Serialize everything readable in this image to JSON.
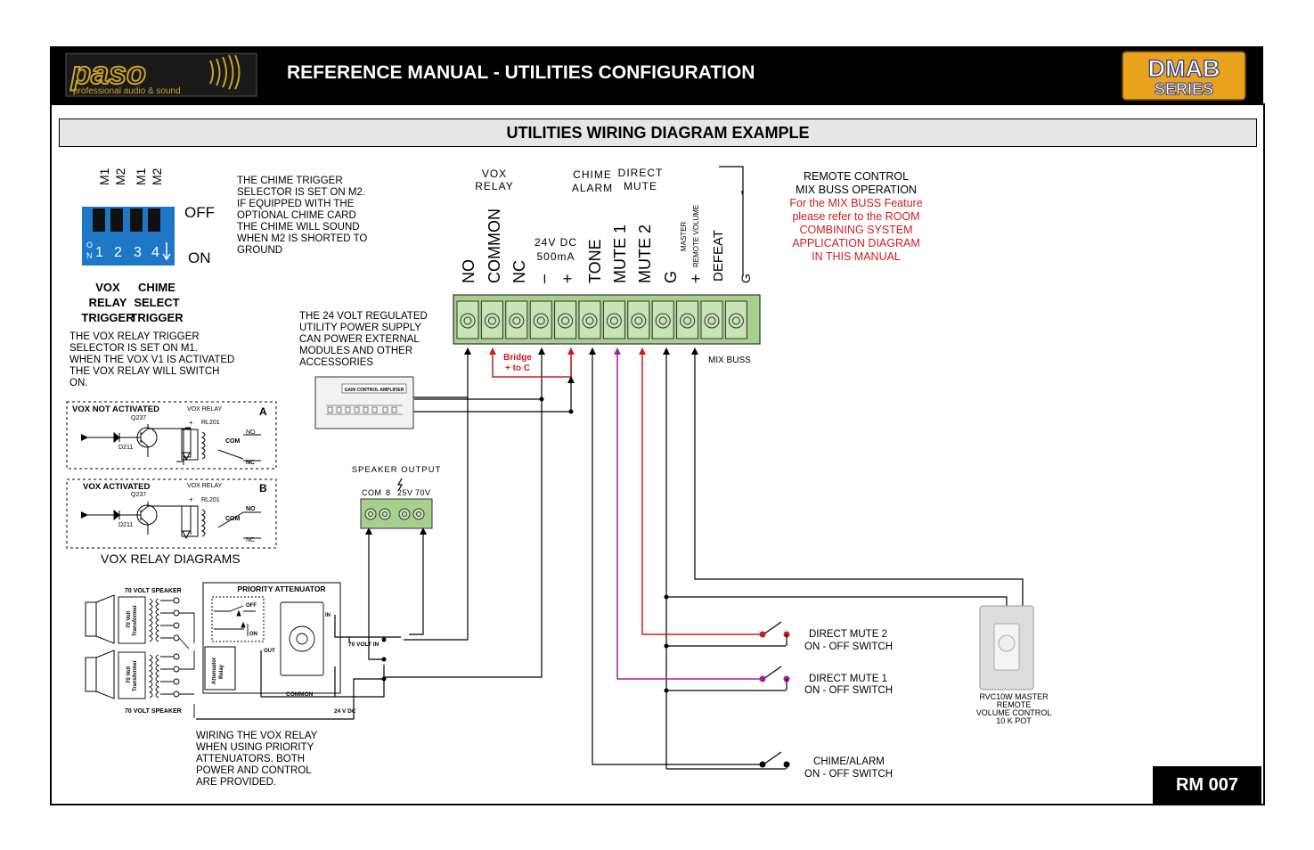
{
  "header": {
    "title": "REFERENCE MANUAL - UTILITIES CONFIGURATION",
    "logo_word": "paso",
    "logo_tagline": "professional audio & sound",
    "series_badge_top": "DMAB",
    "series_badge_bottom": "SERIES"
  },
  "section_title": "UTILITIES WIRING DIAGRAM EXAMPLE",
  "page_code": "RM 007",
  "colors": {
    "wire_red": "#d01c1c",
    "wire_purple": "#a0209a",
    "terminal_green": "#a8d08d",
    "header_bg": "#000000"
  },
  "dip_switch": {
    "top_labels": [
      "M1",
      "M2",
      "M1",
      "M2"
    ],
    "numbers": [
      "1",
      "2",
      "3",
      "4"
    ],
    "on_mark_top": "O",
    "on_mark_bottom": "N",
    "state_off": "OFF",
    "state_on": "ON",
    "vox_label": [
      "VOX",
      "RELAY",
      "TRIGGER"
    ],
    "chime_label": [
      "CHIME",
      "SELECT",
      "TRIGGER"
    ]
  },
  "notes": {
    "chime_trigger": [
      "THE CHIME TRIGGER",
      "SELECTOR IS SET ON M2.",
      "IF EQUIPPED WITH THE",
      "OPTIONAL CHIME CARD",
      "THE CHIME WILL SOUND",
      "WHEN M2 IS SHORTED TO",
      "GROUND"
    ],
    "vox_trigger": [
      "THE VOX RELAY TRIGGER",
      "SELECTOR IS SET ON M1.",
      "WHEN THE VOX V1 IS ACTIVATED",
      "THE VOX RELAY WILL SWITCH",
      "ON."
    ],
    "power_supply": [
      "THE 24 VOLT REGULATED",
      "UTILITY POWER SUPPLY",
      "CAN POWER EXTERNAL",
      "MODULES AND OTHER",
      "ACCESSORIES"
    ],
    "priority_wiring": [
      "WIRING THE VOX RELAY",
      "WHEN USING PRIORITY",
      "ATTENUATORS. BOTH",
      "POWER AND CONTROL",
      "ARE PROVIDED."
    ],
    "remote_control_black": [
      "REMOTE CONTROL",
      "MIX BUSS OPERATION"
    ],
    "remote_control_red": [
      "For the MIX BUSS Feature",
      "please refer to the ROOM",
      "COMBINING SYSTEM",
      "APPLICATION DIAGRAM",
      "IN THIS MANUAL"
    ]
  },
  "relay_panels": {
    "panel_a": {
      "title": "VOX NOT ACTIVATED",
      "letter": "A",
      "relay_label": "VOX RELAY",
      "transistor": "Q237",
      "diode": "D211",
      "relay_id": "RL201",
      "plus": "+",
      "no": "NO",
      "com": "COM",
      "nc": "NC"
    },
    "panel_b": {
      "title": "VOX ACTIVATED",
      "letter": "B",
      "relay_label": "VOX RELAY",
      "transistor": "Q237",
      "diode": "D211",
      "relay_id": "RL201",
      "plus": "+",
      "no": "NO",
      "com": "COM",
      "nc": "NC"
    },
    "caption": "VOX RELAY DIAGRAMS"
  },
  "terminal_block": {
    "group_vox": [
      "VOX",
      "RELAY"
    ],
    "group_chime": [
      "CHIME",
      "ALARM"
    ],
    "group_direct": [
      "DIRECT",
      "MUTE"
    ],
    "supply": [
      "24V DC",
      "500mA"
    ],
    "pins": [
      "NO",
      "COMMON",
      "NC",
      "–",
      "+",
      "TONE",
      "MUTE 1",
      "MUTE 2",
      "G",
      "+",
      "DEFEAT",
      "G"
    ],
    "master_remote": [
      "MASTER",
      "REMOTE VOLUME"
    ],
    "bridge": [
      "Bridge",
      "+ to C"
    ],
    "mix_buss": "MIX BUSS"
  },
  "gain_module": {
    "title": "GAIN CONTROL AMPLIFIER"
  },
  "speaker_output": {
    "title": "SPEAKER OUTPUT",
    "terminals": [
      "COM",
      "8",
      "25V",
      "70V"
    ]
  },
  "priority": {
    "title": "PRIORITY ATTENUATOR",
    "speaker_top": "70 VOLT SPEAKER",
    "speaker_bottom": "70 VOLT SPEAKER",
    "transformer": [
      "70 Volt",
      "Transformer"
    ],
    "relay": [
      "Attenuator",
      "Relay"
    ],
    "off": "OFF",
    "on": "ON",
    "in": "IN",
    "out": "OUT",
    "volt_in": "70 VOLT IN",
    "common": "COMMON",
    "dc": "24 V DC"
  },
  "switches": [
    {
      "line1": "DIRECT MUTE 2",
      "line2": "ON - OFF SWITCH"
    },
    {
      "line1": "DIRECT MUTE 1",
      "line2": "ON - OFF SWITCH"
    },
    {
      "line1": "CHIME/ALARM",
      "line2": "ON - OFF SWITCH"
    }
  ],
  "rvc": {
    "lines": [
      "RVC10W MASTER",
      "REMOTE",
      "VOLUME CONTROL",
      "10 K POT"
    ]
  }
}
